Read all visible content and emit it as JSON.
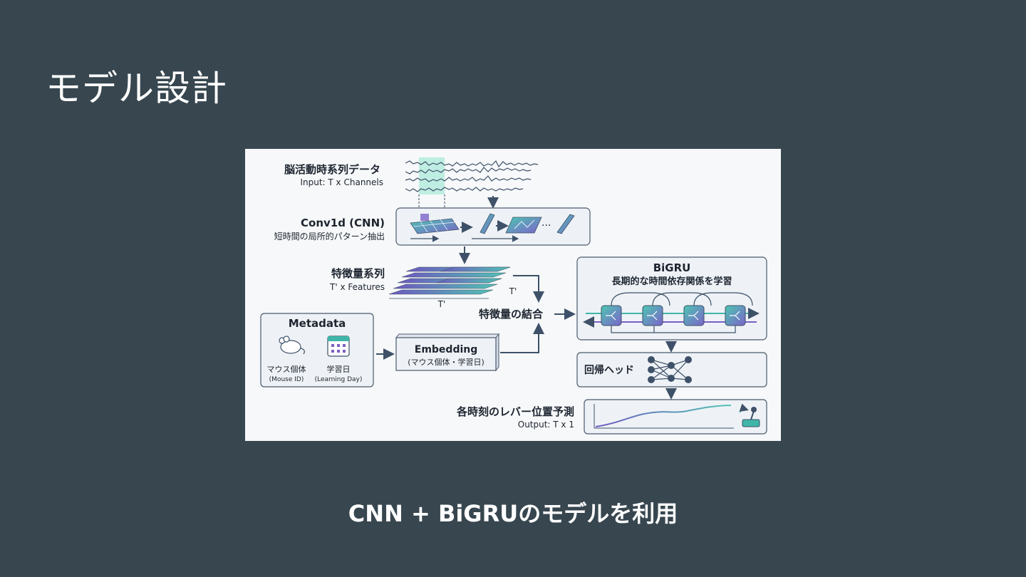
{
  "slide": {
    "title": "モデル設計",
    "caption": "CNN + BiGRUのモデルを利用"
  },
  "diagram": {
    "input": {
      "title": "脳活動時系列データ",
      "subtitle": "Input: T x Channels"
    },
    "cnn": {
      "title": "Conv1d (CNN)",
      "subtitle": "短時間の局所的パターン抽出",
      "ellipsis": "..."
    },
    "features": {
      "title": "特徴量系列",
      "subtitle": "T' x Features",
      "axis_t1": "T'",
      "axis_t2": "T'"
    },
    "metadata": {
      "title": "Metadata",
      "mouse_label": "マウス個体",
      "mouse_sub": "(Mouse ID)",
      "day_label": "学習日",
      "day_sub": "(Learning Day)"
    },
    "embedding": {
      "title": "Embedding",
      "subtitle": "(マウス個体・学習日)"
    },
    "combine": {
      "label": "特徴量の結合"
    },
    "bigru": {
      "title": "BiGRU",
      "subtitle": "長期的な時間依存関係を学習"
    },
    "head": {
      "title": "回帰ヘッド"
    },
    "output": {
      "title": "各時刻のレバー位置予測",
      "subtitle": "Output: T x 1"
    },
    "colors": {
      "accent_teal": "#3fb6a8",
      "accent_purple": "#7a5fc4",
      "box_stroke": "#4b5a6d"
    },
    "icons": [
      "eeg-waveform-icon",
      "conv-grid-icon",
      "mouse-icon",
      "calendar-icon",
      "gru-cell-icon",
      "neural-network-icon",
      "joystick-icon"
    ]
  }
}
